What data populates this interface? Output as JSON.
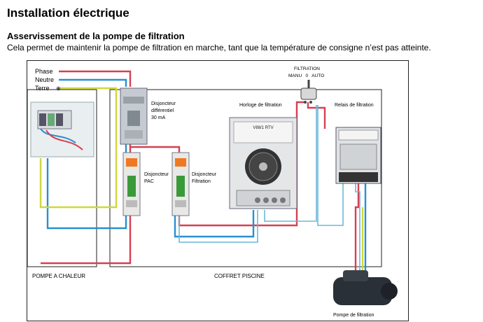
{
  "page": {
    "title": "Installation électrique",
    "section_title": "Asservissement de la pompe de filtration",
    "section_desc": "Cela permet de maintenir la pompe de filtration en marche, tant que la température de consigne n’est pas atteinte."
  },
  "diagram": {
    "wire_labels": {
      "phase": "Phase",
      "neutre": "Neutre",
      "terre": "Terre",
      "terre_symbol": "⊕"
    },
    "components": {
      "disj_diff_line1": "Disjoncteur",
      "disj_diff_line2": "différentiel",
      "disj_diff_line3": "30 mA",
      "horloge": "Horloge de filtration",
      "relais": "Relais de  filtration",
      "filtration_switch": "FILTRATION",
      "switch_positions": "MANU   0   AUTO",
      "disj_pac_line1": "Disjoncteur",
      "disj_pac_line2": "PAC",
      "disj_filt_line1": "Disjoncteur",
      "disj_filt_line2": "Filtration",
      "pompe_chaleur": "POMPE A CHALEUR",
      "coffret": "COFFRET PISCINE",
      "pompe_filtration": "Pompe de filtration",
      "clock_model": "V88/1 RTV"
    },
    "colors": {
      "phase": "#d64050",
      "neutre": "#2a8fd0",
      "terre": "#cfd83a",
      "signal": "#6ab8d8"
    }
  }
}
